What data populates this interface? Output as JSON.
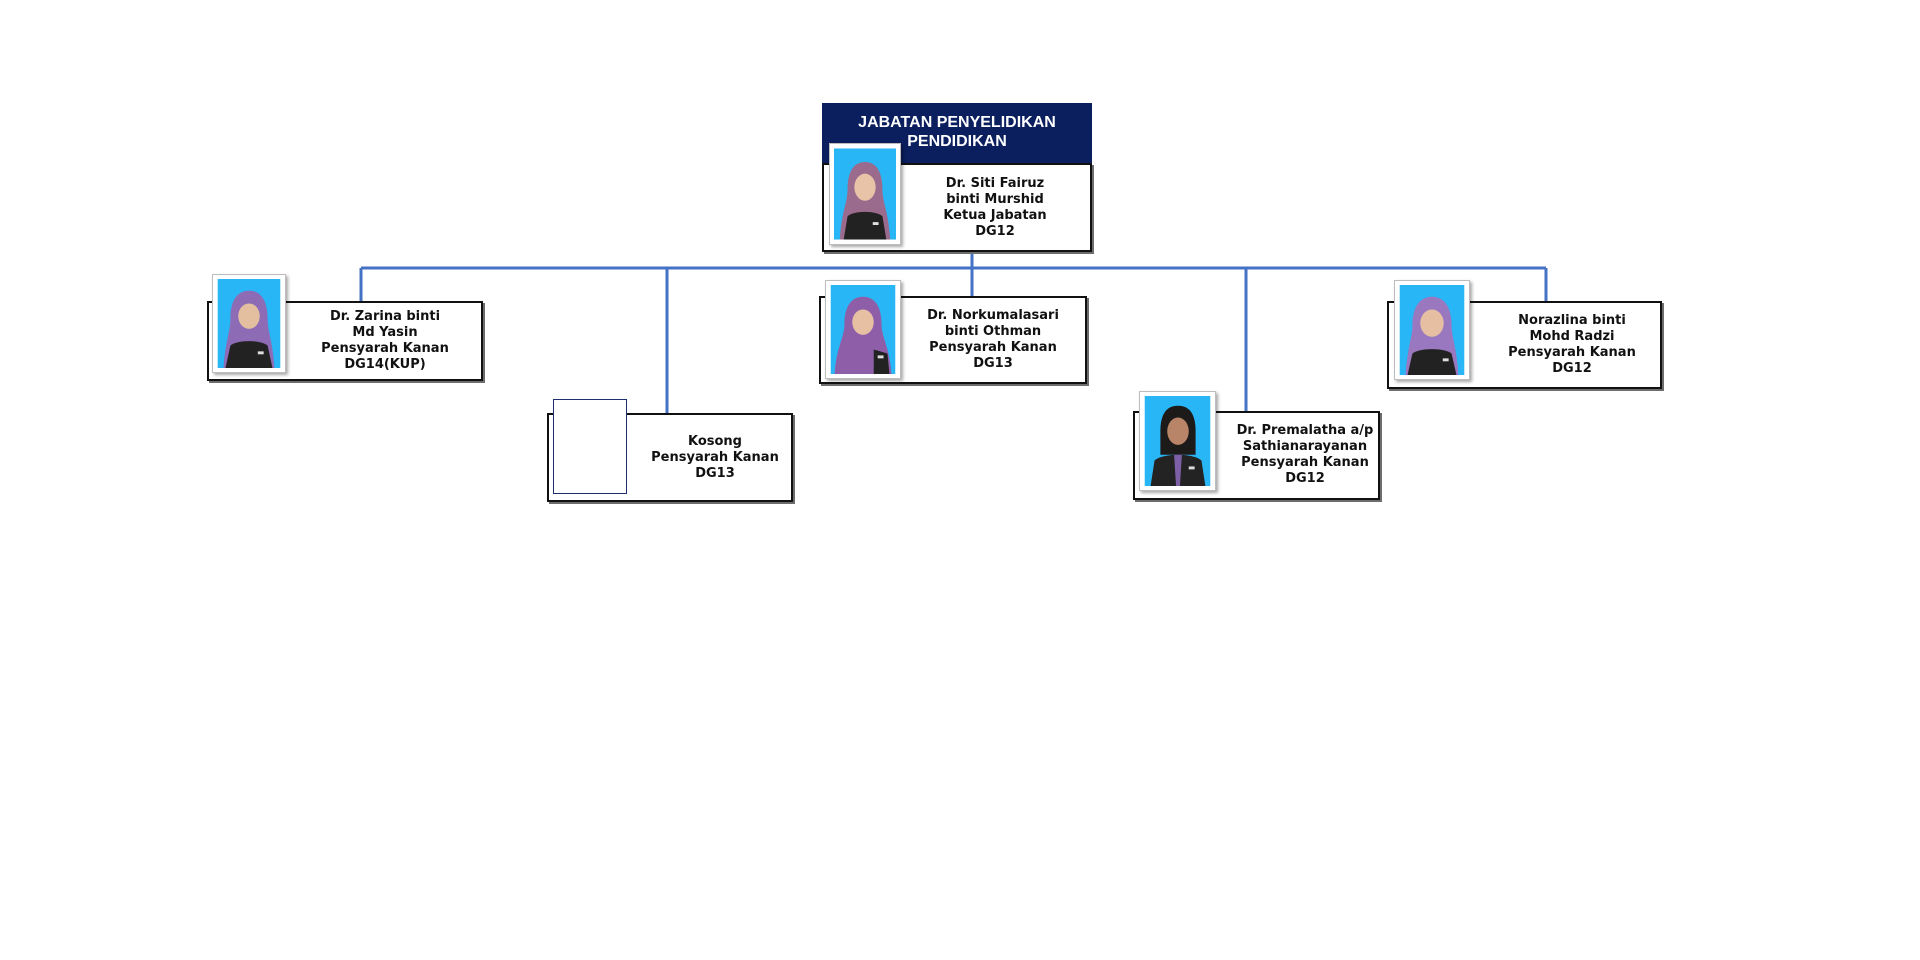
{
  "department": {
    "title_line1": "JABATAN PENYELIDIKAN",
    "title_line2": "PENDIDIKAN"
  },
  "colors": {
    "header_bg": "#0b1f5e",
    "connector": "#4472c4",
    "photo_bg": "#29b6f6"
  },
  "head": {
    "name_line1": "Dr. Siti Fairuz",
    "name_line2": "binti Murshid",
    "role": "Ketua Jabatan",
    "grade": "DG12",
    "photo": "portrait-hijab-mauve"
  },
  "staff": [
    {
      "name_line1": "Dr. Zarina binti",
      "name_line2": "Md Yasin",
      "role": "Pensyarah Kanan",
      "grade": "DG14(KUP)",
      "photo": "portrait-hijab-purple"
    },
    {
      "name_line1": "Kosong",
      "name_line2": "",
      "role": "Pensyarah Kanan",
      "grade": "DG13",
      "photo": "empty"
    },
    {
      "name_line1": "Dr. Norkumalasari",
      "name_line2": "binti Othman",
      "role": "Pensyarah Kanan",
      "grade": "DG13",
      "photo": "portrait-hijab-purple"
    },
    {
      "name_line1": "Dr. Premalatha a/p",
      "name_line2": "Sathianarayanan",
      "role": "Pensyarah Kanan",
      "grade": "DG12",
      "photo": "portrait-dark-hair"
    },
    {
      "name_line1": "Norazlina binti",
      "name_line2": "Mohd Radzi",
      "role": "Pensyarah Kanan",
      "grade": "DG12",
      "photo": "portrait-hijab-purple"
    }
  ]
}
